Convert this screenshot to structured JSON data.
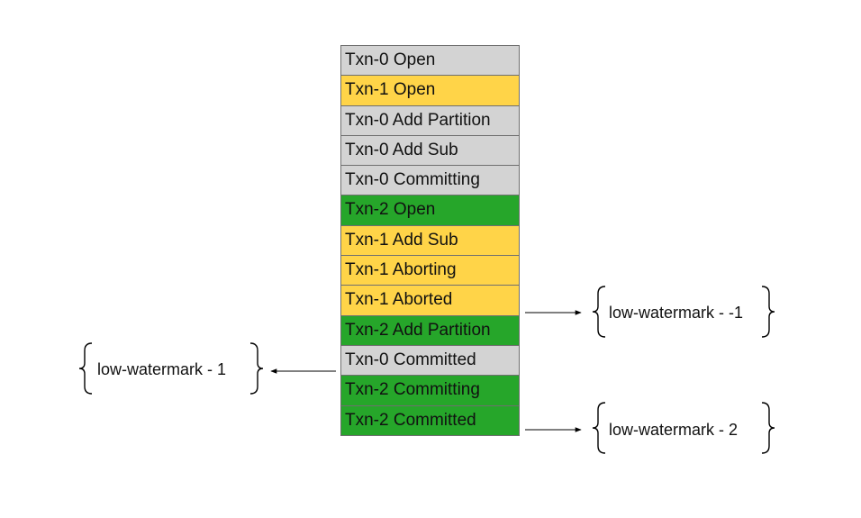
{
  "colors": {
    "txn_0": "#d3d3d3",
    "txn_1": "#ffd448",
    "txn_2": "#26a62a",
    "border": "#6f6f6f",
    "arrow": "#000000"
  },
  "log_entries": [
    {
      "label": "Txn-0 Open",
      "txn": "txn_0"
    },
    {
      "label": "Txn-1 Open",
      "txn": "txn_1"
    },
    {
      "label": "Txn-0 Add Partition",
      "txn": "txn_0"
    },
    {
      "label": "Txn-0 Add Sub",
      "txn": "txn_0"
    },
    {
      "label": "Txn-0 Committing",
      "txn": "txn_0"
    },
    {
      "label": "Txn-2 Open",
      "txn": "txn_2"
    },
    {
      "label": "Txn-1 Add Sub",
      "txn": "txn_1"
    },
    {
      "label": "Txn-1 Aborting",
      "txn": "txn_1"
    },
    {
      "label": "Txn-1 Aborted",
      "txn": "txn_1"
    },
    {
      "label": "Txn-2 Add Partition",
      "txn": "txn_2"
    },
    {
      "label": "Txn-0 Committed",
      "txn": "txn_0"
    },
    {
      "label": "Txn-2 Committing",
      "txn": "txn_2"
    },
    {
      "label": "Txn-2 Committed",
      "txn": "txn_2"
    }
  ],
  "annotations": [
    {
      "label": "low-watermark - -1",
      "entry": "Txn-1 Aborted",
      "side": "right"
    },
    {
      "label": "low-watermark - 1",
      "entry": "Txn-0 Committed",
      "side": "left"
    },
    {
      "label": "low-watermark - 2",
      "entry": "Txn-2 Committed",
      "side": "right"
    }
  ]
}
